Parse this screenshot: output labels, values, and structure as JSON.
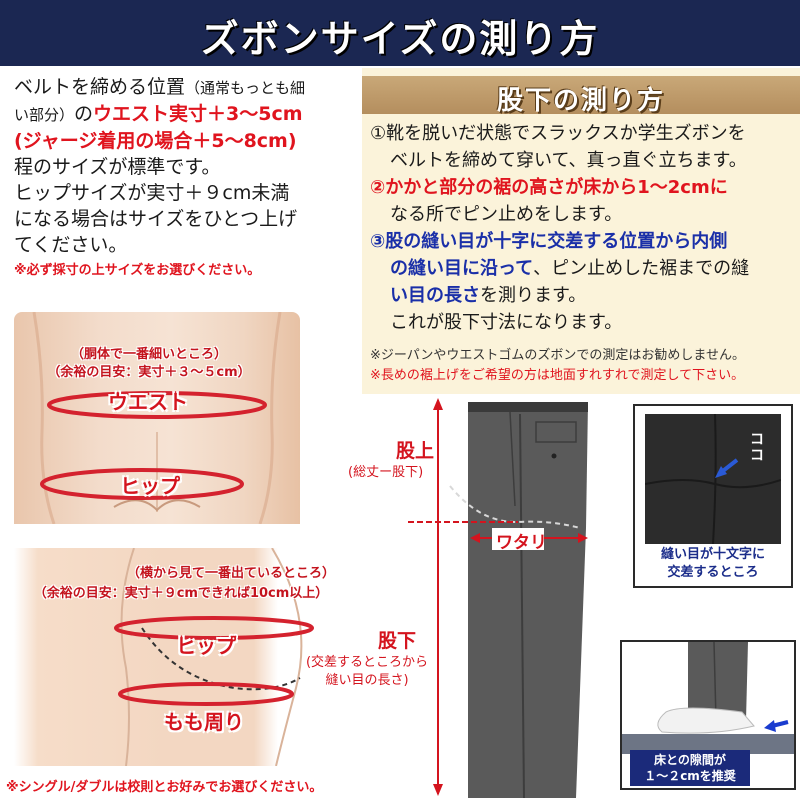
{
  "header": {
    "title": "ズボンサイズの測り方"
  },
  "waist_intro": {
    "line1": "ベルトを締める位置",
    "line1_small": "（通常もっとも細",
    "line2_small": "い部分）",
    "line2": "の",
    "line2_red": "ウエスト実寸＋3～5cm",
    "line3_red": "(ジャージ着用の場合＋5～8cm)",
    "line4": "程のサイズが標準です。",
    "line5": "ヒップサイズが実寸＋９cm未満",
    "line6": "になる場合はサイズをひとつ上げ",
    "line7": "てください。",
    "note": "※必ず採寸の上サイズをお選びください。"
  },
  "waist_diagram": {
    "note1": "（胴体で一番細いところ）",
    "note2": "（余裕の目安：実寸＋３～５cm）",
    "waist_label": "ウエスト",
    "hip_label": "ヒップ"
  },
  "leg_diagram": {
    "note1": "（横から見て一番出ているところ）",
    "note2": "（余裕の目安：実寸＋９cmできれば10cm以上）",
    "hip_label": "ヒップ",
    "thigh_label": "もも周り"
  },
  "inseam": {
    "title": "股下の測り方",
    "step1_a": "①靴を脱いだ状態でスラックスか学生ズボンを",
    "step1_b": "ベルトを締めて穿いて、真っ直ぐ立ちます。",
    "step2_a_num": "②",
    "step2_a": "かかと部分の裾の高さが床から1～2cmに",
    "step2_b": "なる所でピン止めをします。",
    "step3_a_num": "③",
    "step3_a": "股の縫い目が十字に交差する位置から内側",
    "step3_b_blue": "の縫い目に沿って",
    "step3_b": "、ピン止めした裾までの縫",
    "step3_c_blue": "い目の長さ",
    "step3_c": "を測ります。",
    "step3_d": "これが股下寸法になります。",
    "note1": "※ジーパンやウエストゴムのズボンでの測定はお勧めしません。",
    "note2": "※長めの裾上げをご希望の方は地面すれすれで測定して下さい。"
  },
  "pants_diagram": {
    "rise_label": "股上",
    "rise_sub": "(総丈ー股下)",
    "watari_label": "ワタリ",
    "inseam_label": "股下",
    "inseam_sub1": "(交差するところから",
    "inseam_sub2": "縫い目の長さ)"
  },
  "inset_crotch": {
    "koko": "ココ",
    "caption1": "縫い目が十文字に",
    "caption2": "交差するところ"
  },
  "inset_hem": {
    "caption1": "床との隙間が",
    "caption2": "１～２cmを推奨"
  },
  "bottom_note": "※シングル/ダブルは校則とお好みでお選びください。",
  "colors": {
    "navy": "#1b2752",
    "red": "#e0141e",
    "blue": "#1a2fa8",
    "cream": "#fbf3da",
    "tan": "#b48e5e"
  }
}
